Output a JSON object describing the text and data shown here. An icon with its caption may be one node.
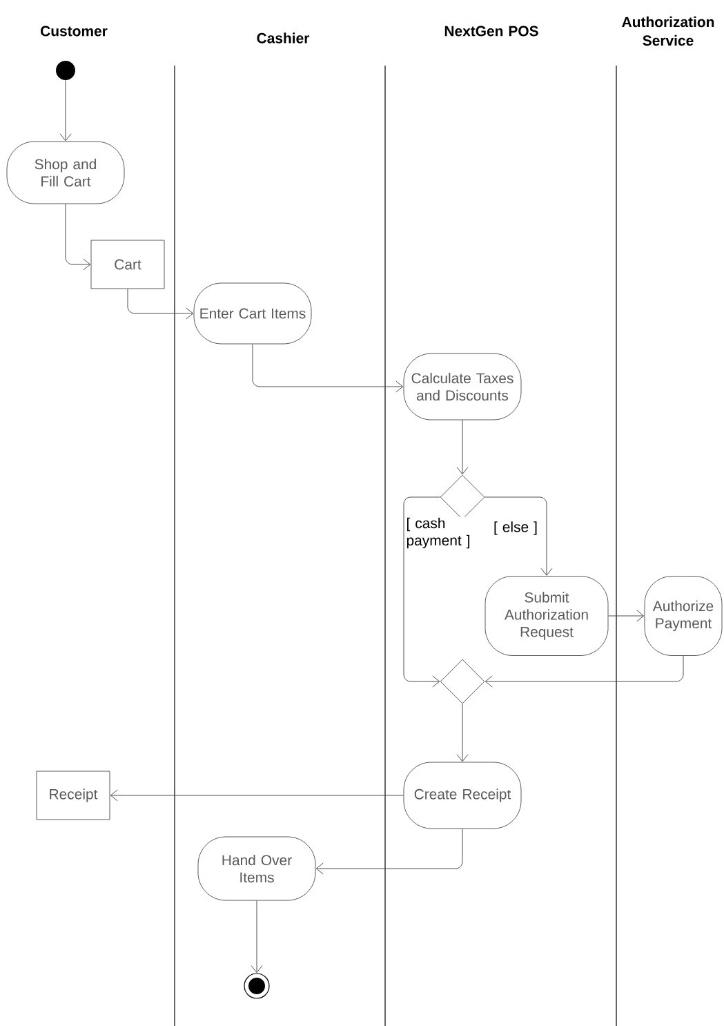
{
  "diagram": {
    "nodes": [
      {
        "text": [],
        "shape": "circle"
      },
      {
        "text": [
          "Shop and Fill Cart"
        ]
      },
      {
        "text": [
          "Cart"
        ]
      },
      {
        "text": [
          "Enter Cart Items"
        ]
      },
      {
        "text": [
          "Calculate Taxes and Discounts"
        ]
      },
      {
        "text": [],
        "shape": "diamond"
      },
      {
        "text": [
          "Submit Authorization Request"
        ]
      },
      {
        "text": [
          "Authorize Payment"
        ]
      },
      {
        "text": [],
        "shape": "diamond"
      },
      {
        "text": [
          "Create Receipt"
        ]
      },
      {
        "text": [
          "Receipt"
        ]
      },
      {
        "text": [
          "Hand Over Items"
        ]
      },
      {
        "text": [],
        "shape": "circle"
      }
    ],
    "edges": [
      {
        "from": 0,
        "to": 1,
        "arrow": "to"
      },
      {
        "from": 1,
        "to": 2,
        "arrow": "to"
      },
      {
        "from": 2,
        "to": 3,
        "arrow": "to"
      },
      {
        "from": 3,
        "to": 4,
        "arrow": "to"
      },
      {
        "from": 4,
        "to": 5,
        "arrow": "to"
      },
      {
        "from": 5,
        "to": 6,
        "arrow": "to",
        "label": "[ else ]"
      },
      {
        "from": 5,
        "to": 8,
        "arrow": "to",
        "label": "[ cash payment ]"
      },
      {
        "from": 6,
        "to": 7,
        "arrow": "to"
      },
      {
        "from": 7,
        "to": 8,
        "arrow": "to"
      },
      {
        "from": 8,
        "to": 9,
        "arrow": "to"
      },
      {
        "from": 9,
        "to": 10,
        "arrow": "to"
      },
      {
        "from": 9,
        "to": 11,
        "arrow": "to"
      },
      {
        "from": 11,
        "to": 12,
        "arrow": "to"
      }
    ],
    "labels": [
      "Customer",
      "Cashier",
      "NextGen POS",
      "Authorization Service"
    ]
  }
}
